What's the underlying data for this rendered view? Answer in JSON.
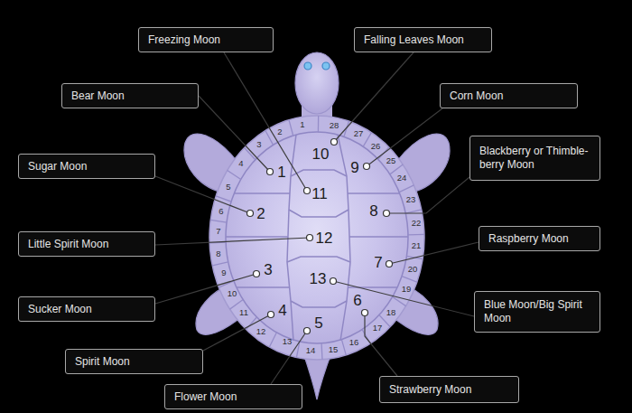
{
  "diagram": {
    "nodes": [
      {
        "text": [
          "Freezing Moon"
        ]
      },
      {
        "text": [
          "Falling Leaves Moon"
        ]
      },
      {
        "text": [
          "Bear Moon"
        ]
      },
      {
        "text": [
          "Corn Moon"
        ]
      },
      {
        "text": [
          "Sugar Moon"
        ]
      },
      {
        "text": [
          "Blackberry or Thimble- berry Moon"
        ]
      },
      {
        "text": [
          "Little Spirit Moon"
        ]
      },
      {
        "text": [
          "Raspberry Moon"
        ]
      },
      {
        "text": [
          "Sucker Moon"
        ]
      },
      {
        "text": [
          "Blue Moon/Big Spirit Moon"
        ]
      },
      {
        "text": [
          "Spirit Moon"
        ]
      },
      {
        "text": [
          "Flower Moon"
        ]
      },
      {
        "text": [
          "Strawberry Moon"
        ]
      }
    ],
    "labels": [
      "1",
      "2",
      "3",
      "4",
      "5",
      "6",
      "7",
      "8",
      "9",
      "10",
      "11",
      "12",
      "13",
      "1",
      "2",
      "3",
      "4",
      "5",
      "6",
      "7",
      "8",
      "9",
      "10",
      "11",
      "12",
      "13",
      "14",
      "15",
      "16",
      "17",
      "18",
      "19",
      "20",
      "21",
      "22",
      "23",
      "24",
      "25",
      "26",
      "27",
      "28"
    ]
  }
}
